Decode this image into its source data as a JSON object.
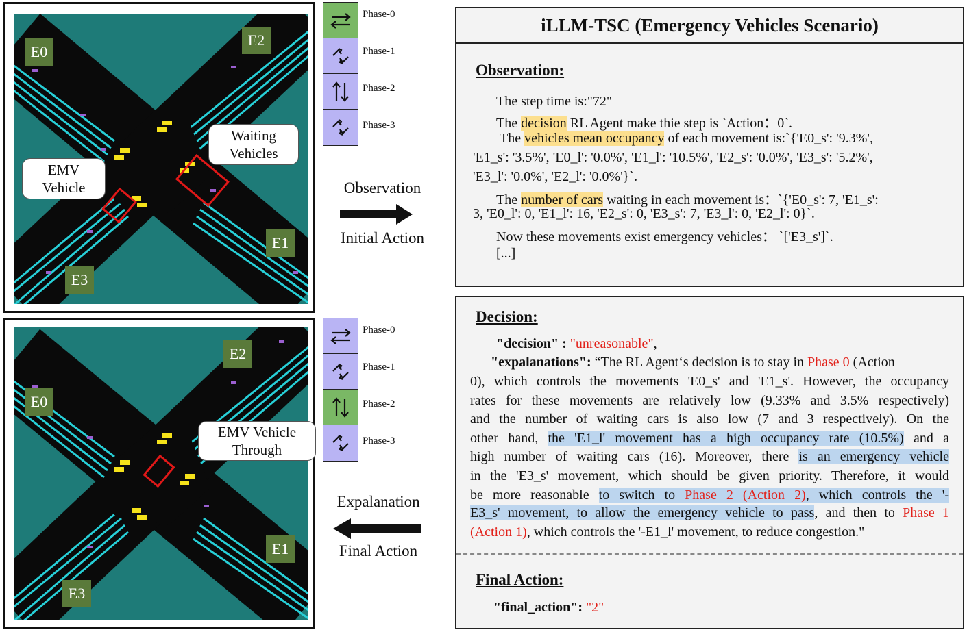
{
  "colors": {
    "grass": "#1e7b78",
    "road": "#0a0a0a",
    "lane": "#27d0d8",
    "zone_label": "#5a7a3a",
    "phase_active": "#7ab865",
    "phase_inactive": "#b9b4f4",
    "highlight_yellow": "#fcdf8e",
    "highlight_blue": "#bcd5ee",
    "red_text": "#e2221b",
    "marker_red": "#e01818"
  },
  "top_scene": {
    "zones": [
      "E0",
      "E2",
      "E1",
      "E3"
    ],
    "callout_waiting": [
      "Waiting",
      "Vehicles"
    ],
    "callout_emv": [
      "EMV",
      "Vehicle"
    ]
  },
  "bottom_scene": {
    "zones": [
      "E0",
      "E2",
      "E1",
      "E3"
    ],
    "callout_emv": [
      "EMV Vehicle",
      "Through"
    ]
  },
  "phases_top": [
    {
      "label": "Phase-0",
      "active": true,
      "icon": "arrows-left-right-icon"
    },
    {
      "label": "Phase-1",
      "active": false,
      "icon": "turn-arrows-icon"
    },
    {
      "label": "Phase-2",
      "active": false,
      "icon": "arrows-up-down-icon"
    },
    {
      "label": "Phase-3",
      "active": false,
      "icon": "turn-arrows-icon"
    }
  ],
  "phases_bottom": [
    {
      "label": "Phase-0",
      "active": false,
      "icon": "arrows-left-right-icon"
    },
    {
      "label": "Phase-1",
      "active": false,
      "icon": "turn-arrows-icon"
    },
    {
      "label": "Phase-2",
      "active": true,
      "icon": "arrows-up-down-icon"
    },
    {
      "label": "Phase-3",
      "active": false,
      "icon": "turn-arrows-icon"
    }
  ],
  "middle": {
    "top_line1": "Observation",
    "top_line2": "Initial Action",
    "bottom_line1": "Expalanation",
    "bottom_line2": "Final Action"
  },
  "panel": {
    "title": "iLLM-TSC (Emergency Vehicles Scenario)",
    "observation_head": "Observation:",
    "obs": {
      "step": "The step time is:\"72\"",
      "l2a": "The ",
      "l2b": "decision",
      "l2c": " RL Agent make thie step is `Action：0`.",
      "l3a": "The ",
      "l3b": "vehicles mean occupancy",
      "l3c": " of each movement is:`{'E0_s': '9.3%',",
      "l4": "'E1_s': '3.5%', 'E0_l': '0.0%', 'E1_l': '10.5%', 'E2_s': '0.0%', 'E3_s': '5.2%',",
      "l5": "'E3_l': '0.0%', 'E2_l': '0.0%'}`.",
      "l6a": "The ",
      "l6b": "number of cars",
      "l6c": " waiting in each movement is：`{'E0_s': 7, 'E1_s':",
      "l7": "3, 'E0_l': 0, 'E1_l': 16, 'E2_s': 0, 'E3_s': 7, 'E3_l': 0, 'E2_l': 0}`.",
      "l8": "Now these movements exist emergency vehicles： `['E3_s']`.",
      "l9": "[...]"
    },
    "decision_head": "Decision:",
    "dec": {
      "key1": "\"decision\" :",
      "val1": "\"unreasonable\"",
      "comma1": ",",
      "key2": "\"expalanations\":",
      "e1a": " “The RL Agent‘s decision is to stay in ",
      "e1b": "Phase 0",
      "e1c": " (Action",
      "e2": "0), which controls the movements 'E0_s' and 'E1_s'. However, the occupancy",
      "e3": "rates for these movements are relatively low (9.33% and 3.5% respectively)",
      "e4": "and the number of waiting cars is also low (7 and 3 respectively). On the",
      "e5a": "other hand, ",
      "e5b": "the 'E1_l' movement has a high occupancy rate (10.5%)",
      "e5c": " and a",
      "e6a": "high number of waiting cars (16). Moreover, there ",
      "e6b": "is an emergency vehicle",
      "e7": "in the 'E3_s' movement, which should be given priority. Therefore, it would",
      "e8a": "be more reasonable ",
      "e8b": "to switch to ",
      "e8c": "Phase 2 (Action 2)",
      "e8d": ", which controls the '-",
      "e9a": "E3_s' movement, to allow the emergency vehicle to pass",
      "e9b": ", and then to ",
      "e9c": "Phase 1",
      "e10a": "(Action 1)",
      "e10b": ", which controls the '-E1_l' movement, to reduce congestion.\""
    },
    "final_head": "Final Action:",
    "final_key": "\"final_action\":",
    "final_val": "\"2\""
  }
}
